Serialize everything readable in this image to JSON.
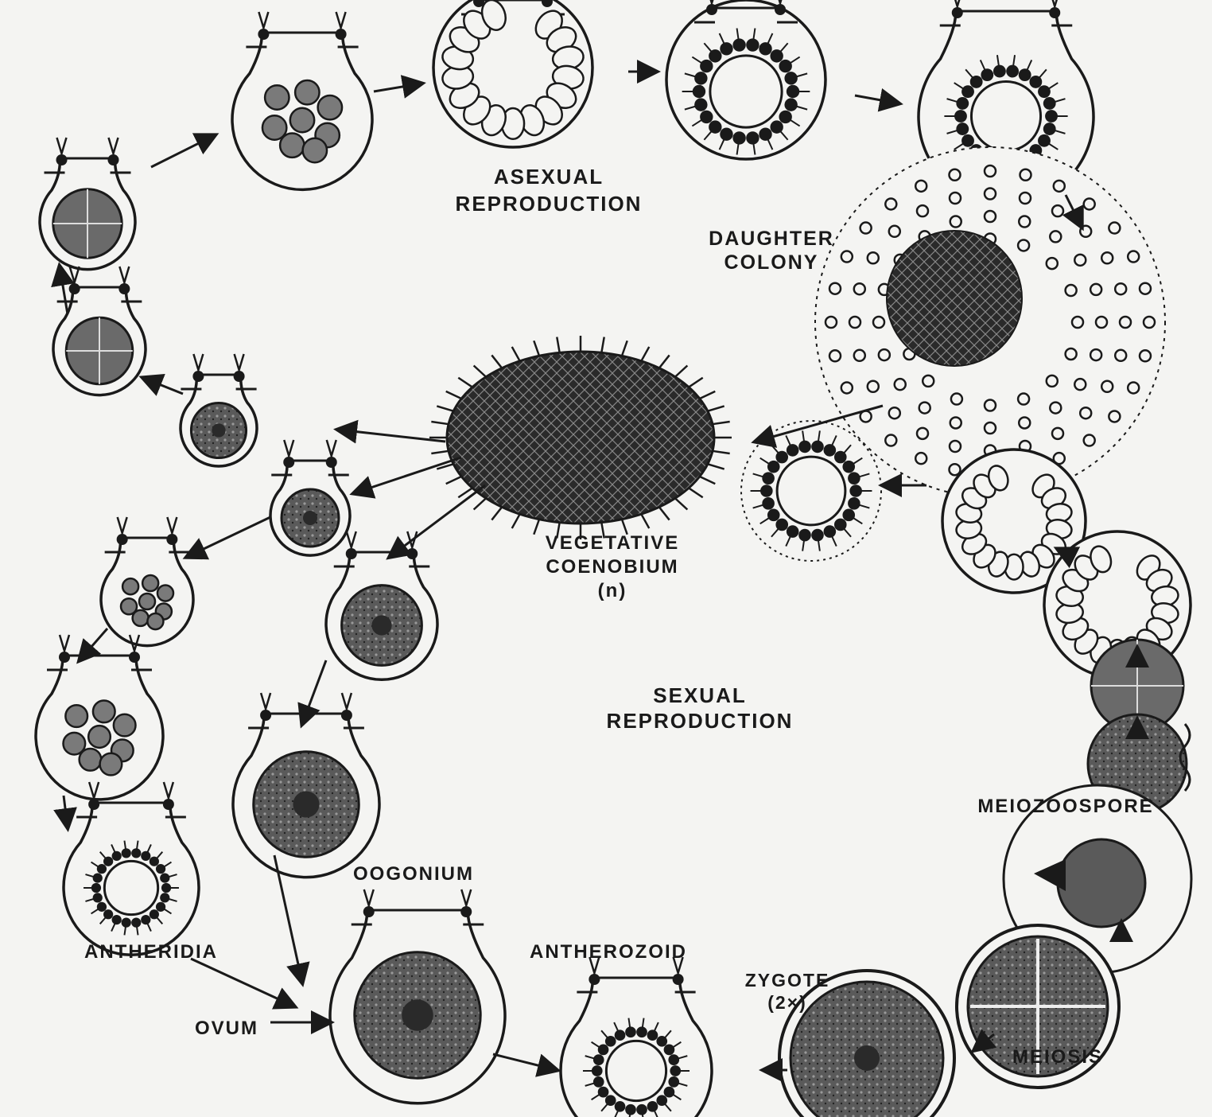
{
  "labels": {
    "asexual_reproduction": [
      "ASEXUAL",
      "REPRODUCTION"
    ],
    "daughter_colony": [
      "DAUGHTER",
      "COLONY"
    ],
    "vegetative_coenobium": [
      "VEGETATIVE",
      "COENOBIUM",
      "(n)"
    ],
    "sexual_reproduction": [
      "SEXUAL",
      "REPRODUCTION"
    ],
    "meiozoospore": "MEIOZOOSPORE",
    "oogonium": "OOGONIUM",
    "antheridia": "ANTHERIDIA",
    "antherozoid": "ANTHEROZOID",
    "zygote": [
      "ZYGOTE",
      "(2×)"
    ],
    "ovum": "OVUM",
    "meiosis": "MEIOSIS"
  },
  "colors": {
    "ink": "#1a1a1a",
    "background": "#f4f4f2",
    "fill_dark": "#3a3a3a",
    "fill_mid": "#6a6a6a"
  }
}
